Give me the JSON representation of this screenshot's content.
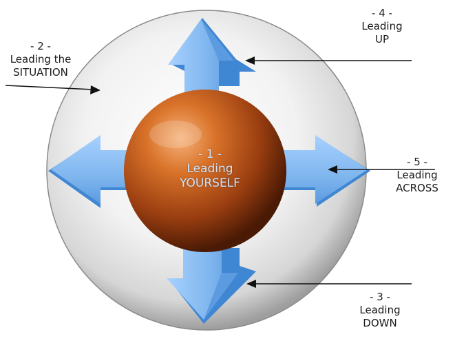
{
  "nodes": {
    "center": {
      "number": "- 1 -",
      "line1": "Leading",
      "line2": "YOURSELF"
    },
    "situation": {
      "number": "- 2 -",
      "line1": "Leading the",
      "line2": "SITUATION"
    },
    "down": {
      "number": "- 3 -",
      "line1": "Leading",
      "line2": "DOWN"
    },
    "up": {
      "number": "- 4 -",
      "line1": "Leading",
      "line2": "UP"
    },
    "across": {
      "number": "- 5 -",
      "line1": "Leading",
      "line2": "ACROSS"
    }
  },
  "colors": {
    "sphere_core": "#b8561a",
    "sphere_outer": "#e6e6e6",
    "arrow_fill": "#7fb6ee",
    "arrow_shadow": "#3f86d3",
    "leader_line": "#111111"
  }
}
